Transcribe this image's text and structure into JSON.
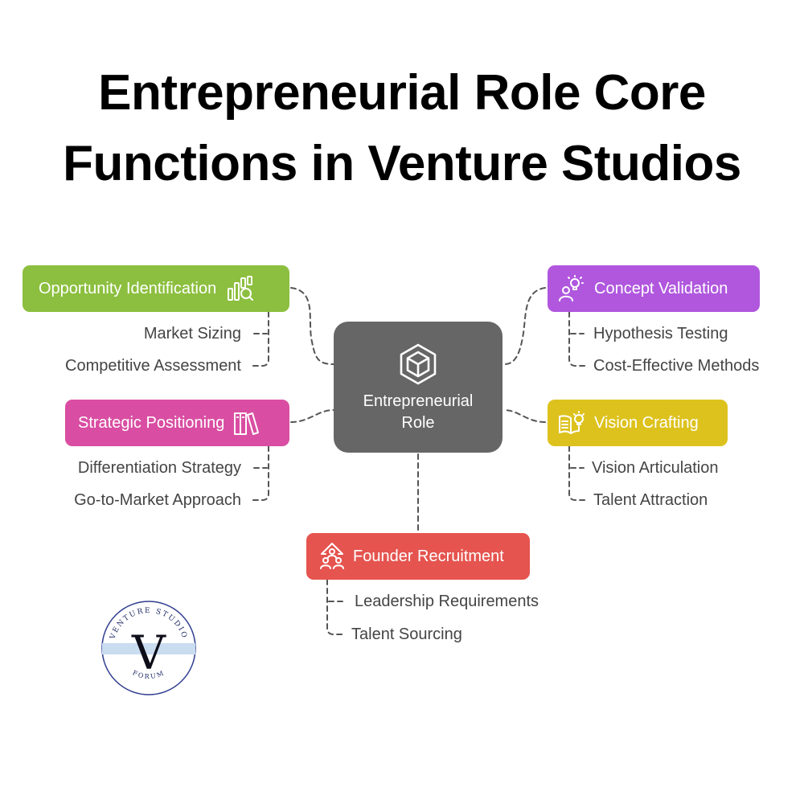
{
  "title": {
    "line1": "Entrepreneurial Role Core",
    "line2": "Functions in Venture Studios"
  },
  "center": {
    "line1": "Entrepreneurial",
    "line2": "Role",
    "color": "#666666",
    "icon": "cube-icon"
  },
  "branches": {
    "opportunity": {
      "label": "Opportunity Identification",
      "color": "#8cbf3f",
      "icon": "chart-magnifier-icon",
      "items": [
        "Market Sizing",
        "Competitive Assessment"
      ]
    },
    "strategic": {
      "label": "Strategic Positioning",
      "color": "#d94ea2",
      "icon": "books-icon",
      "items": [
        "Differentiation Strategy",
        "Go-to-Market Approach"
      ]
    },
    "concept": {
      "label": "Concept Validation",
      "color": "#b057de",
      "icon": "lightbulb-person-icon",
      "items": [
        "Hypothesis Testing",
        "Cost-Effective Methods"
      ]
    },
    "vision": {
      "label": "Vision Crafting",
      "color": "#ddc21e",
      "icon": "open-book-bulb-icon",
      "items": [
        "Vision Articulation",
        "Talent Attraction"
      ]
    },
    "founder": {
      "label": "Founder Recruitment",
      "color": "#e5544f",
      "icon": "people-pyramid-icon",
      "items": [
        "Leadership Requirements",
        "Talent Sourcing"
      ]
    }
  },
  "logo": {
    "arc_top": "VENTURE STUDIO",
    "letter": "V",
    "arc_bottom": "FORUM"
  }
}
